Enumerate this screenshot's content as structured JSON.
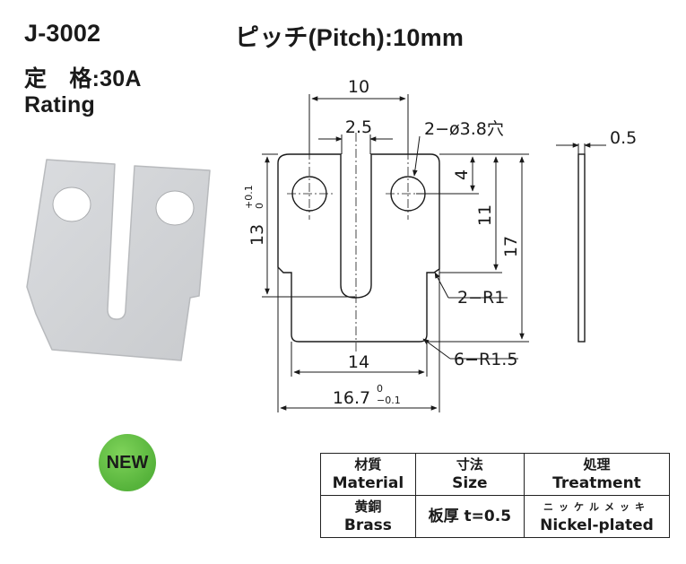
{
  "header": {
    "part_no": "J-3002",
    "pitch": "ピッチ(Pitch):10mm",
    "rating_jp": "定　格:30A",
    "rating_en": "Rating"
  },
  "badge": {
    "label": "NEW",
    "color": "#5cb83f"
  },
  "drawing": {
    "dim_top_width": "10",
    "dim_slot_width": "2.5",
    "dim_hole": "2−ø3.8穴",
    "dim_hole_offset": "4",
    "dim_11": "11",
    "dim_17": "17",
    "dim_13_base": "13",
    "dim_13_tol_upper": "+0.1",
    "dim_13_tol_lower": "0",
    "dim_r1": "2−R1",
    "dim_r15": "6−R1.5",
    "dim_14": "14",
    "dim_167": "16.7",
    "dim_167_tol_upper": "0",
    "dim_167_tol_lower": "−0.1",
    "dim_thickness": "0.5"
  },
  "spec_table": {
    "header": [
      {
        "jp": "材質",
        "en": "Material"
      },
      {
        "jp": "寸法",
        "en": "Size"
      },
      {
        "jp": "処理",
        "en": "Treatment"
      }
    ],
    "row": [
      {
        "jp": "黄銅",
        "en": "Brass"
      },
      {
        "value": "板厚 t=0.5"
      },
      {
        "jp": "ニッケルメッキ",
        "en": "Nickel-plated"
      }
    ]
  },
  "colors": {
    "part_fill": "#d4d6d9",
    "line": "#1a1a1a"
  }
}
